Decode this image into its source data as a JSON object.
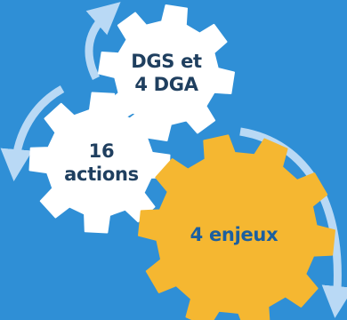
{
  "diagram": {
    "gears": [
      {
        "id": "top",
        "lines": [
          "DGS et",
          "4 DGA"
        ]
      },
      {
        "id": "left",
        "lines": [
          "16",
          "actions"
        ]
      },
      {
        "id": "right",
        "lines": [
          "4 enjeux"
        ]
      }
    ]
  },
  "colors": {
    "background": "#2f8fd6",
    "gear_white": "#ffffff",
    "gear_yellow": "#f5b731",
    "arrow": "#b9d9f5",
    "text_dark": "#1f3f5f",
    "text_blue": "#1b5fa0"
  },
  "icons": [
    "curved-arrow-icon",
    "gear-icon"
  ]
}
